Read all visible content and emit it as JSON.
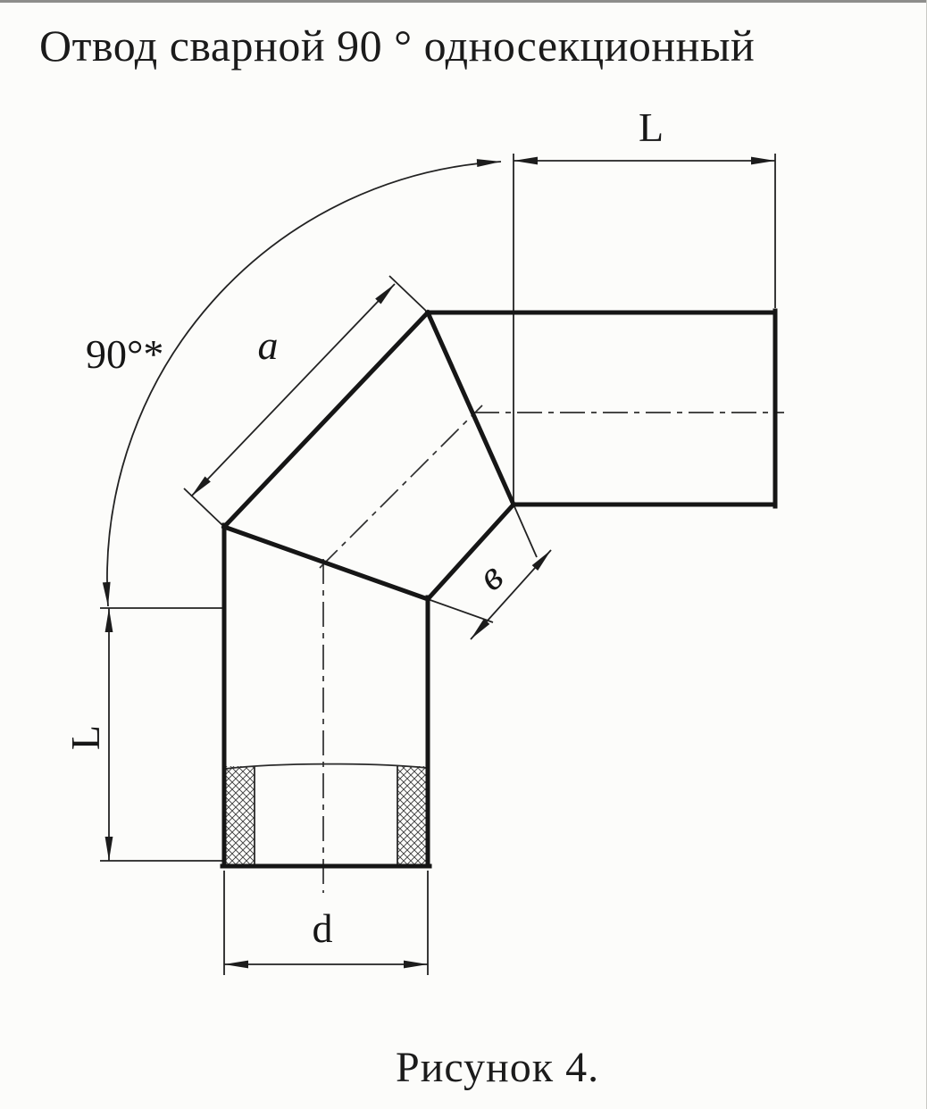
{
  "title": "Отвод сварной 90 ° односекционный",
  "figure": {
    "caption": "Рисунок 4."
  },
  "dimensions": {
    "top_length": "L",
    "angle": "90°*",
    "gore_side": "a",
    "gore_width": "в",
    "left_length": "L",
    "diameter": "d"
  },
  "colors": {
    "ink": "#1b1b1b",
    "paper": "#fcfcfa"
  }
}
